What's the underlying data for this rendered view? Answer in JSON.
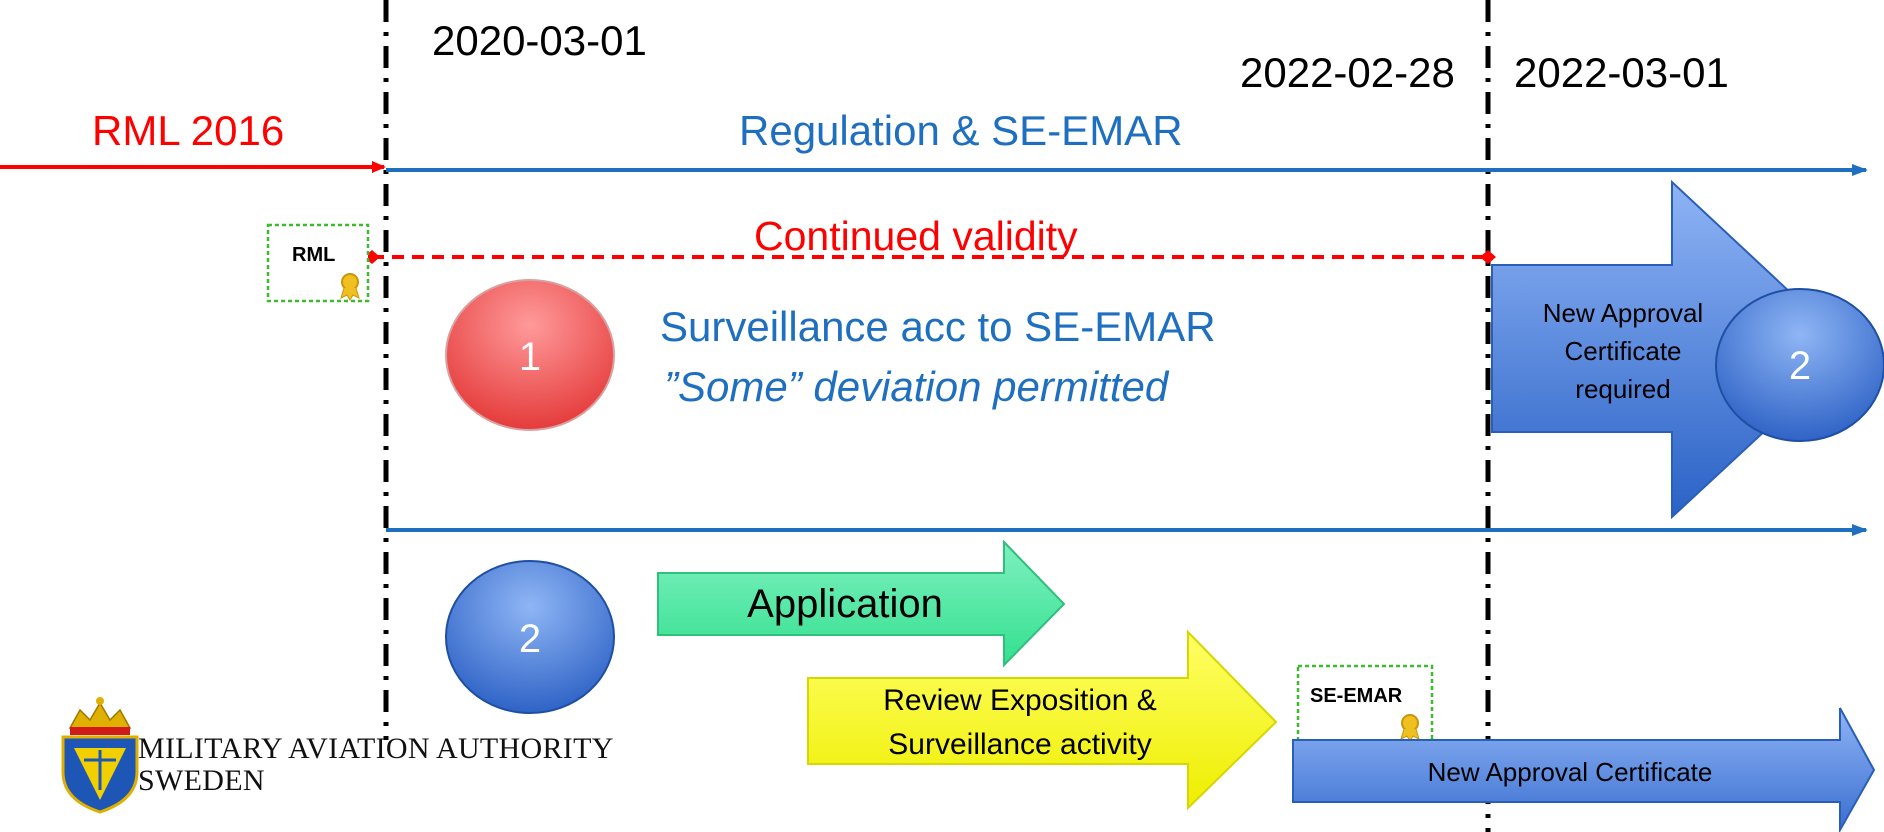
{
  "dates": {
    "start": "2020-03-01",
    "end_old": "2022-02-28",
    "end_new": "2022-03-01"
  },
  "timeline": {
    "rml_label": "RML 2016",
    "regulation_label": "Regulation & SE-EMAR",
    "continued_validity": "Continued validity"
  },
  "certificates": {
    "rml": "RML",
    "se_emar": "SE-EMAR"
  },
  "track1": {
    "circle": "1",
    "line1": "Surveillance acc to SE-EMAR",
    "line2": "”Some” deviation permitted",
    "new_approval_line1": "New Approval",
    "new_approval_line2": "Certificate",
    "new_approval_line3": "required",
    "end_circle": "2"
  },
  "track2": {
    "circle": "2",
    "application": "Application",
    "review_line1": "Review Exposition &",
    "review_line2": "Surveillance activity",
    "new_certificate": "New Approval Certificate"
  },
  "logo": {
    "line1": "MILITARY AVIATION AUTHORITY",
    "line2": "SWEDEN"
  },
  "colors": {
    "red": "#ff0000",
    "blue": "#1f6fc0",
    "circle_red": "#f05a5a",
    "circle_blue": "#3f78d6",
    "application_green": "#4de8a0",
    "review_yellow": "#f2f20a",
    "certificate_green": "#3dbb2e"
  }
}
